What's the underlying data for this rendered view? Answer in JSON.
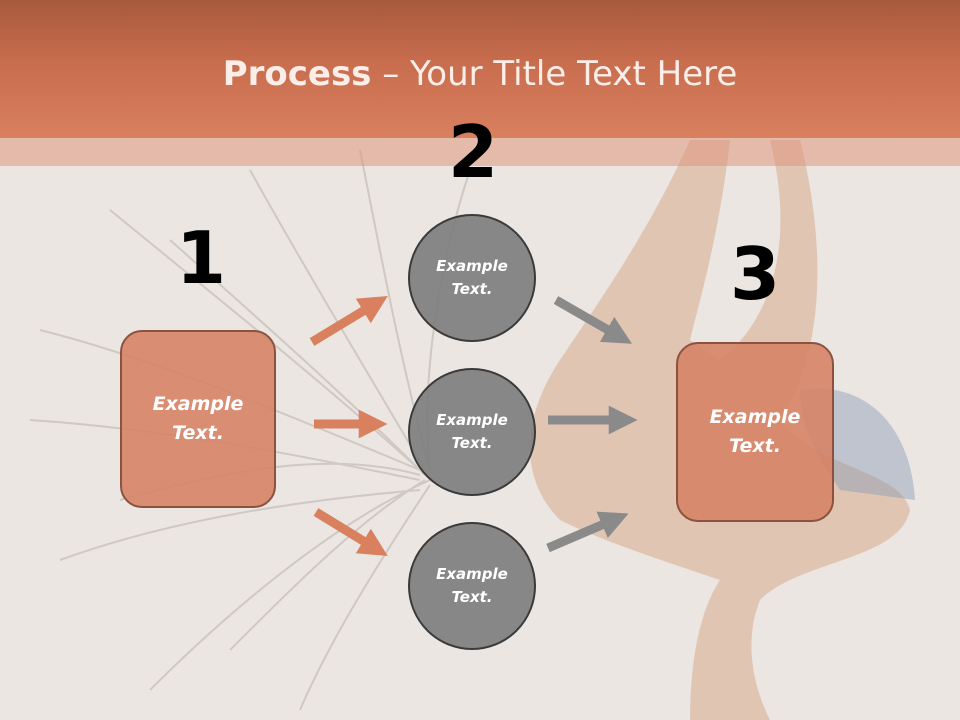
{
  "title": {
    "bold": "Process",
    "rest": " – Your Title Text Here"
  },
  "steps": [
    {
      "number": "1",
      "boxes": [
        "Example\nText."
      ]
    },
    {
      "number": "2",
      "circles": [
        "Example\nText.",
        "Example\nText.",
        "Example\nText."
      ]
    },
    {
      "number": "3",
      "boxes": [
        "Example\nText."
      ]
    }
  ],
  "colors": {
    "header": "#c86d4e",
    "box_fill": "#d68264",
    "circle_fill": "#7a7a7a",
    "arrow_orange": "#d9805f",
    "arrow_gray": "#8a8a8a"
  }
}
